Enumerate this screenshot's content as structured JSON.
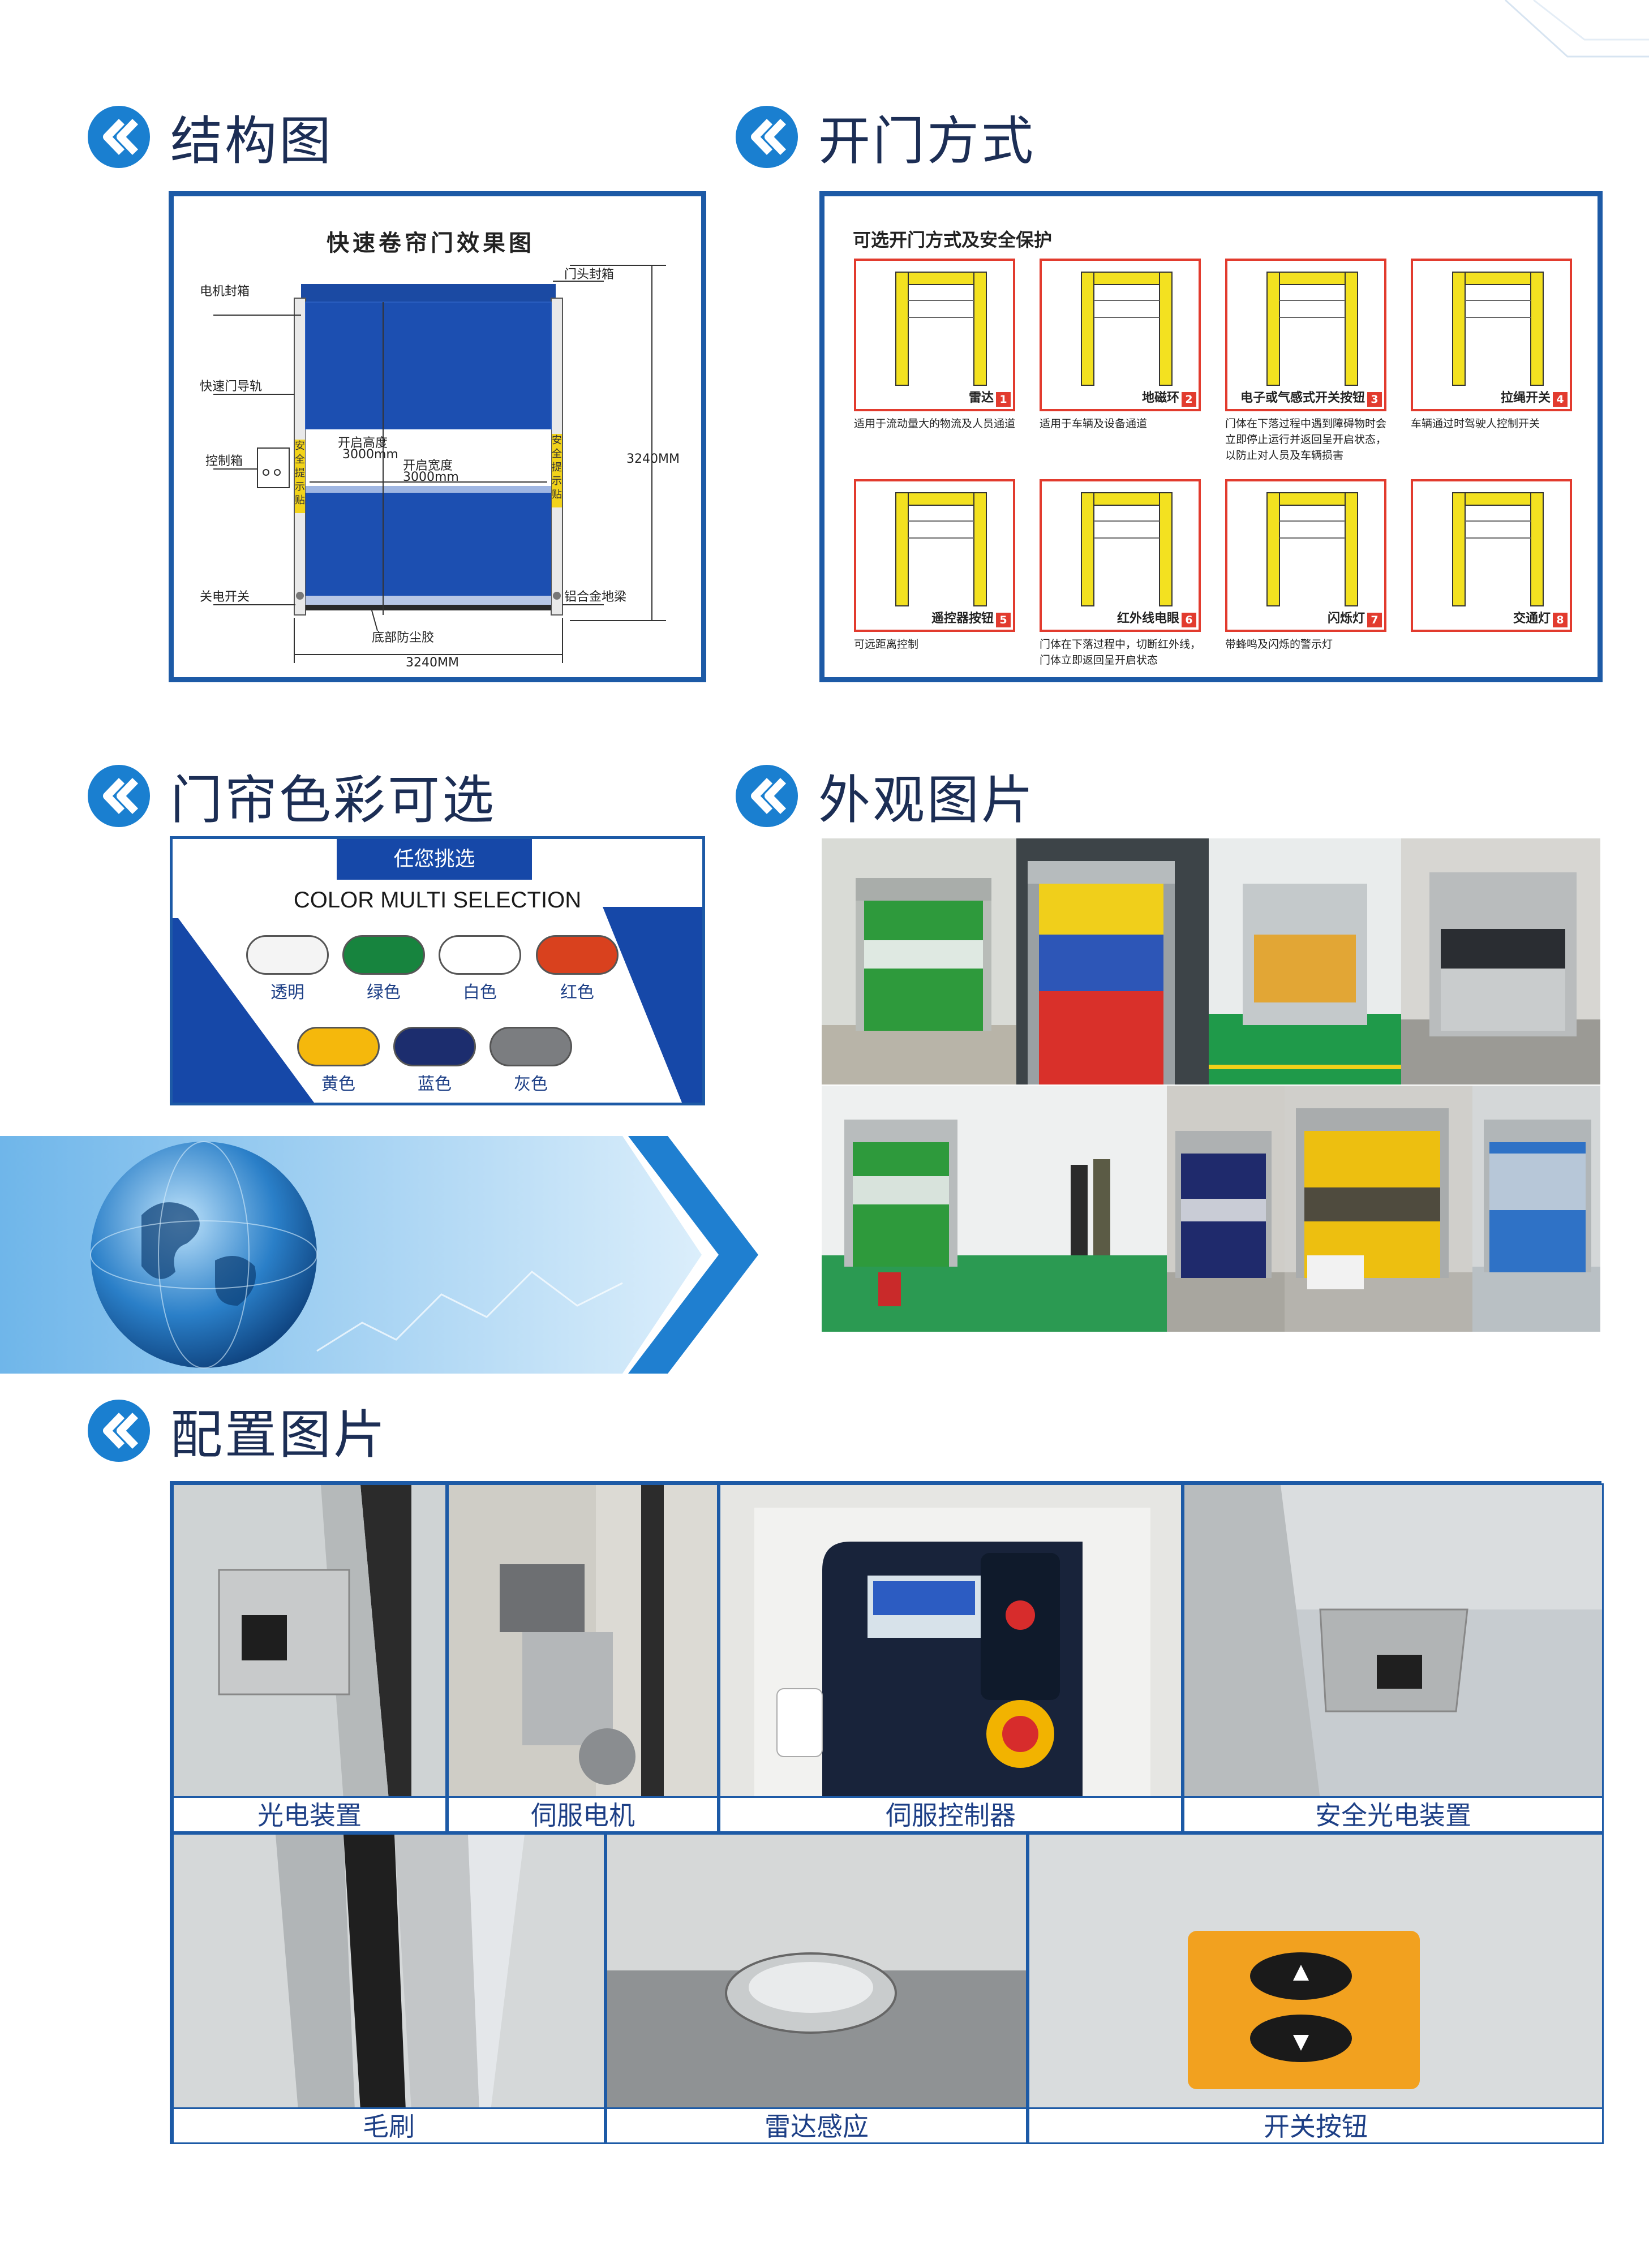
{
  "sections": {
    "structure": "结构图",
    "open_methods": "开门方式",
    "colors": "门帘色彩可选",
    "appearance": "外观图片",
    "config": "配置图片"
  },
  "structure_diagram": {
    "title": "快速卷帘门效果图",
    "labels": {
      "motor_box": "电机封箱",
      "door_head_box": "门头封箱",
      "guide_rail": "快速门导轨",
      "control_box": "控制箱",
      "power_switch": "关电开关",
      "alu_beam": "铝合金地梁",
      "bottom_seal": "底部防尘胶",
      "safety_sticker_left": "安全提示贴",
      "safety_sticker_right": "安全提示贴",
      "open_height": "开启高度",
      "open_height_value": "3000mm",
      "open_width": "开启宽度",
      "open_width_value": "3000mm",
      "height_dim": "3240MM",
      "width_dim": "3240MM"
    }
  },
  "open_methods": {
    "heading": "可选开门方式及安全保护",
    "items": [
      {
        "name": "雷达",
        "num": "1",
        "desc": "适用于流动量大的物流及人员通道"
      },
      {
        "name": "地磁环",
        "num": "2",
        "desc": "适用于车辆及设备通道"
      },
      {
        "name": "电子或气感式开关按钮",
        "num": "3",
        "desc": "门体在下落过程中遇到障碍物时会立即停止运行并返回呈开启状态，以防止对人员及车辆损害"
      },
      {
        "name": "拉绳开关",
        "num": "4",
        "desc": "车辆通过时驾驶人控制开关"
      },
      {
        "name": "遥控器按钮",
        "num": "5",
        "desc": "可远距离控制"
      },
      {
        "name": "红外线电眼",
        "num": "6",
        "desc": "门体在下落过程中，切断红外线，门体立即返回呈开启状态"
      },
      {
        "name": "闪烁灯",
        "num": "7",
        "desc": "带蜂鸣及闪烁的警示灯"
      },
      {
        "name": "交通灯",
        "num": "8",
        "desc": ""
      }
    ]
  },
  "colors": {
    "badge": "任您挑选",
    "subtitle": "COLOR MULTI SELECTION",
    "swatches": [
      {
        "name": "透明",
        "color": "#f4f4f4"
      },
      {
        "name": "绿色",
        "color": "#17843e"
      },
      {
        "name": "白色",
        "color": "#ffffff"
      },
      {
        "name": "红色",
        "color": "#d9411e"
      },
      {
        "name": "黄色",
        "color": "#f5b80c"
      },
      {
        "name": "蓝色",
        "color": "#1c2d6e"
      },
      {
        "name": "灰色",
        "color": "#7b7d80"
      }
    ]
  },
  "config": {
    "items": [
      "光电装置",
      "伺服电机",
      "伺服控制器",
      "安全光电装置",
      "毛刷",
      "雷达感应",
      "开关按钮"
    ]
  },
  "theme": {
    "accent": "#1a7fd0",
    "frame": "#1d5aa6",
    "title": "#1c2e55"
  }
}
